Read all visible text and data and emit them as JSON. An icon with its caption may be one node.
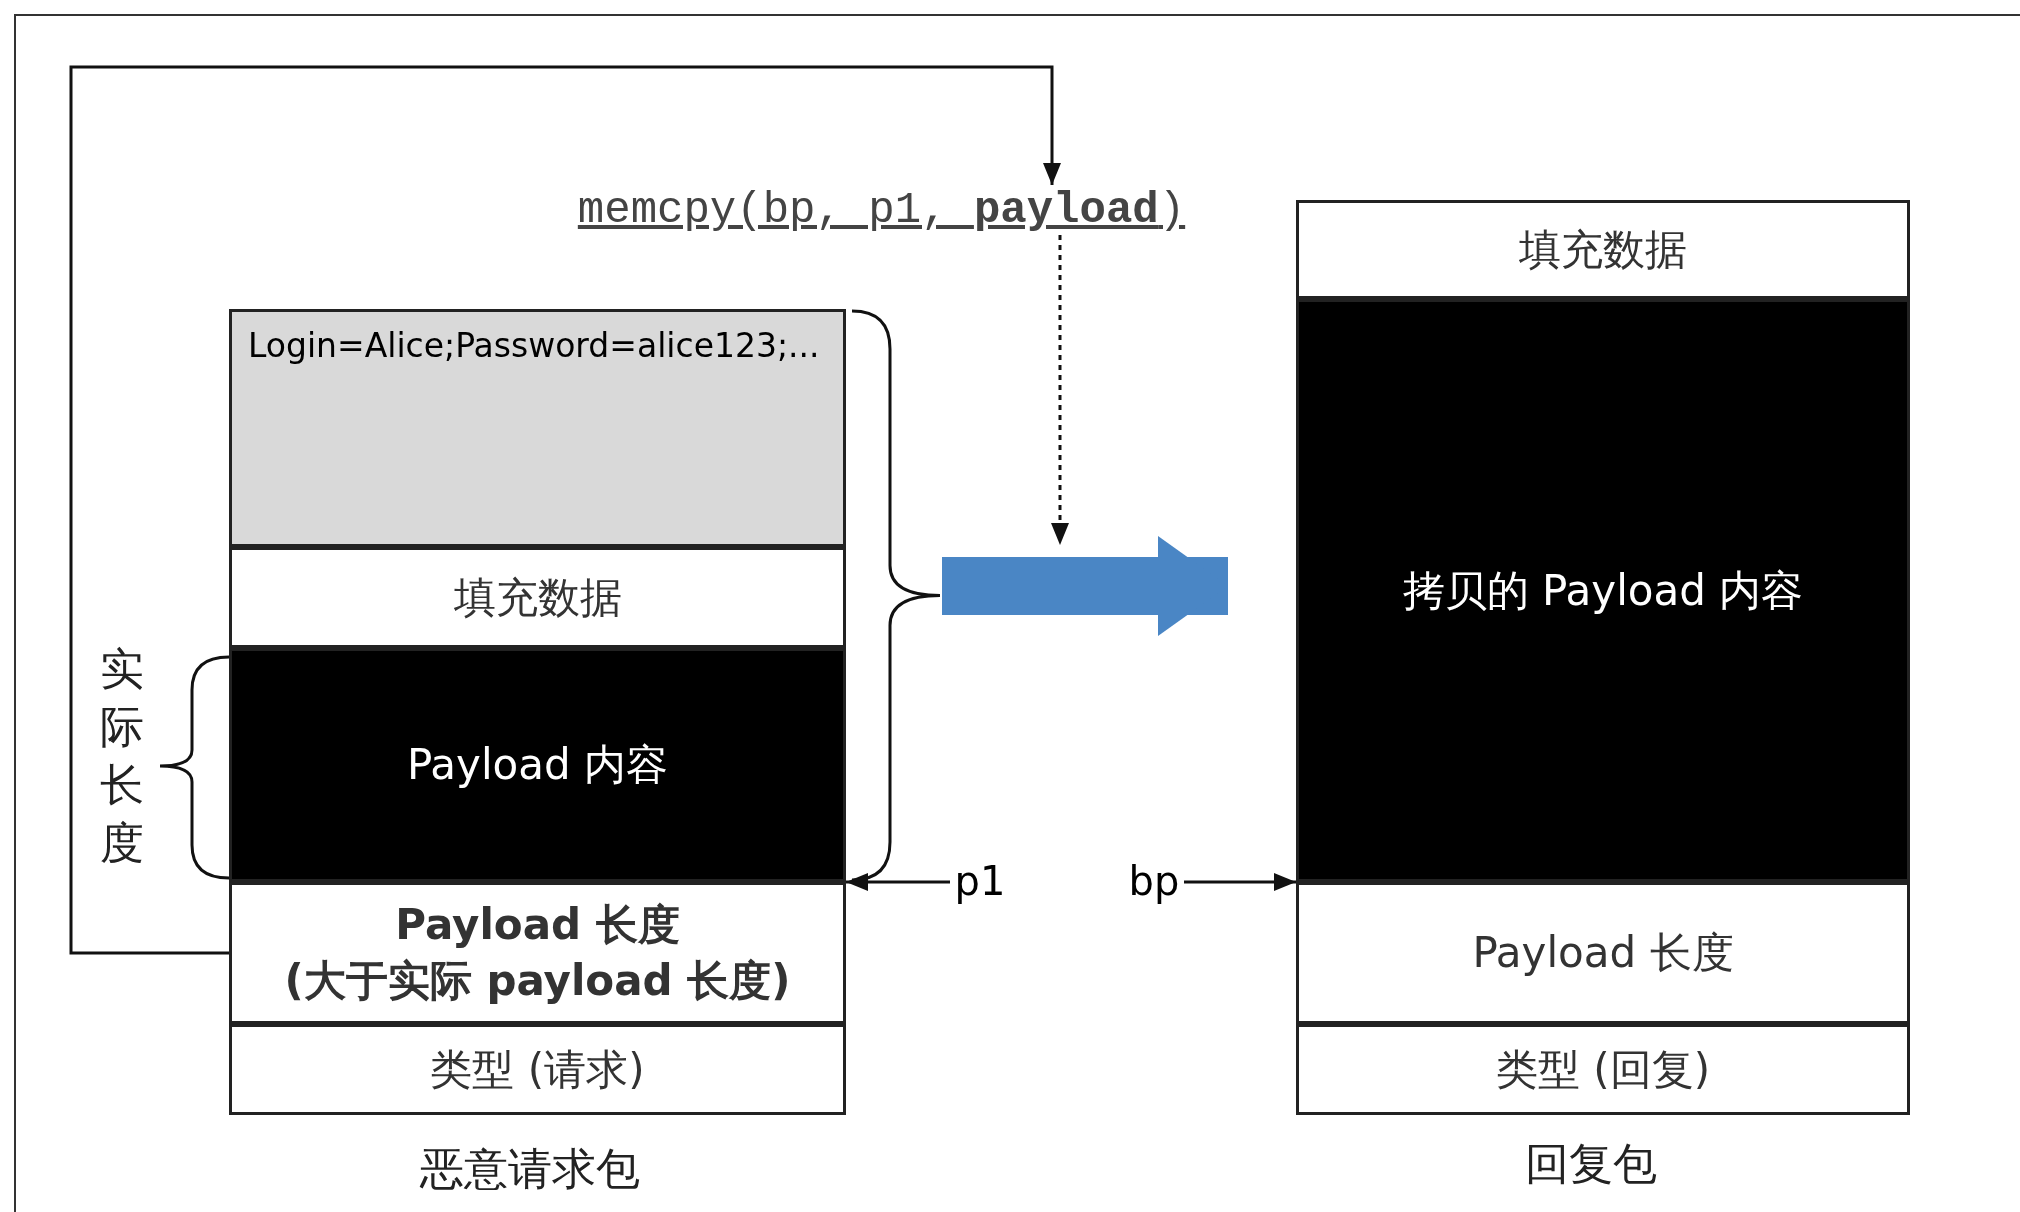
{
  "diagram": {
    "nodes": [
      {
        "text": [
          "memcpy(bp, p1, **payload**)"
        ]
      },
      {
        "text": [
          "Login=Alice;Password=alice123;..."
        ]
      },
      {
        "text": [
          "填充数据"
        ]
      },
      {
        "text": [
          "Payload 内容"
        ]
      },
      {
        "text": [
          "Payload 长度",
          "(大于实际 payload 长度)"
        ]
      },
      {
        "text": [
          "类型 (请求)"
        ]
      },
      {
        "text": [],
        "shape": "bracket"
      },
      {
        "text": [
          "p1"
        ]
      },
      {
        "text": [
          "bp"
        ]
      },
      {
        "text": [
          "填充数据"
        ]
      },
      {
        "text": [
          "拷贝的 Payload 内容"
        ]
      },
      {
        "text": [
          "Payload 长度"
        ]
      },
      {
        "text": [
          "类型 (回复)"
        ]
      }
    ],
    "edges": [
      {
        "from": 4,
        "to": 0,
        "arrow": "to"
      },
      {
        "from": 0,
        "to": null,
        "arrow": "to",
        "style": "dashed"
      },
      {
        "from": 6,
        "to": 10,
        "arrow": "to",
        "style": "thick",
        "color": "#4a86c5"
      },
      {
        "from": 7,
        "to": 4,
        "arrow": "to"
      },
      {
        "from": 8,
        "to": 11,
        "arrow": "to"
      }
    ],
    "labels": [
      "实际长度",
      "恶意请求包",
      "回复包"
    ]
  }
}
